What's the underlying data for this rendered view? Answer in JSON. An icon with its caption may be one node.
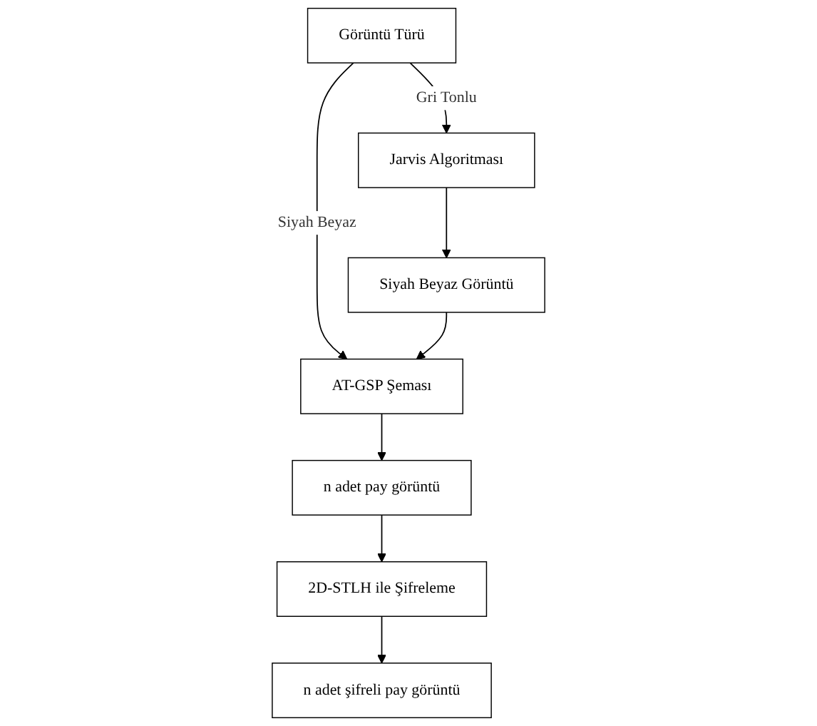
{
  "diagram": {
    "nodes": [
      {
        "text": [
          "Görüntü Türü"
        ]
      },
      {
        "text": [
          "AT-GSP Şeması"
        ]
      },
      {
        "text": [
          "Jarvis Algoritması"
        ]
      },
      {
        "text": [
          "n adet pay görüntü"
        ]
      },
      {
        "text": [
          "Siyah Beyaz Görüntü"
        ]
      },
      {
        "text": [
          "2D-STLH ile Şifreleme"
        ]
      },
      {
        "text": [
          "n adet şifreli pay görüntü"
        ]
      }
    ],
    "edges": [
      {
        "from": 0,
        "to": 1,
        "arrow": "to",
        "label": "Siyah Beyaz"
      },
      {
        "from": 0,
        "to": 2,
        "arrow": "to",
        "label": "Gri Tonlu"
      },
      {
        "from": 1,
        "to": 3,
        "arrow": "to"
      },
      {
        "from": 2,
        "to": 4,
        "arrow": "to"
      },
      {
        "from": 4,
        "to": 1,
        "arrow": "to"
      },
      {
        "from": 3,
        "to": 5,
        "arrow": "to"
      },
      {
        "from": 5,
        "to": 6,
        "arrow": "to"
      }
    ]
  }
}
